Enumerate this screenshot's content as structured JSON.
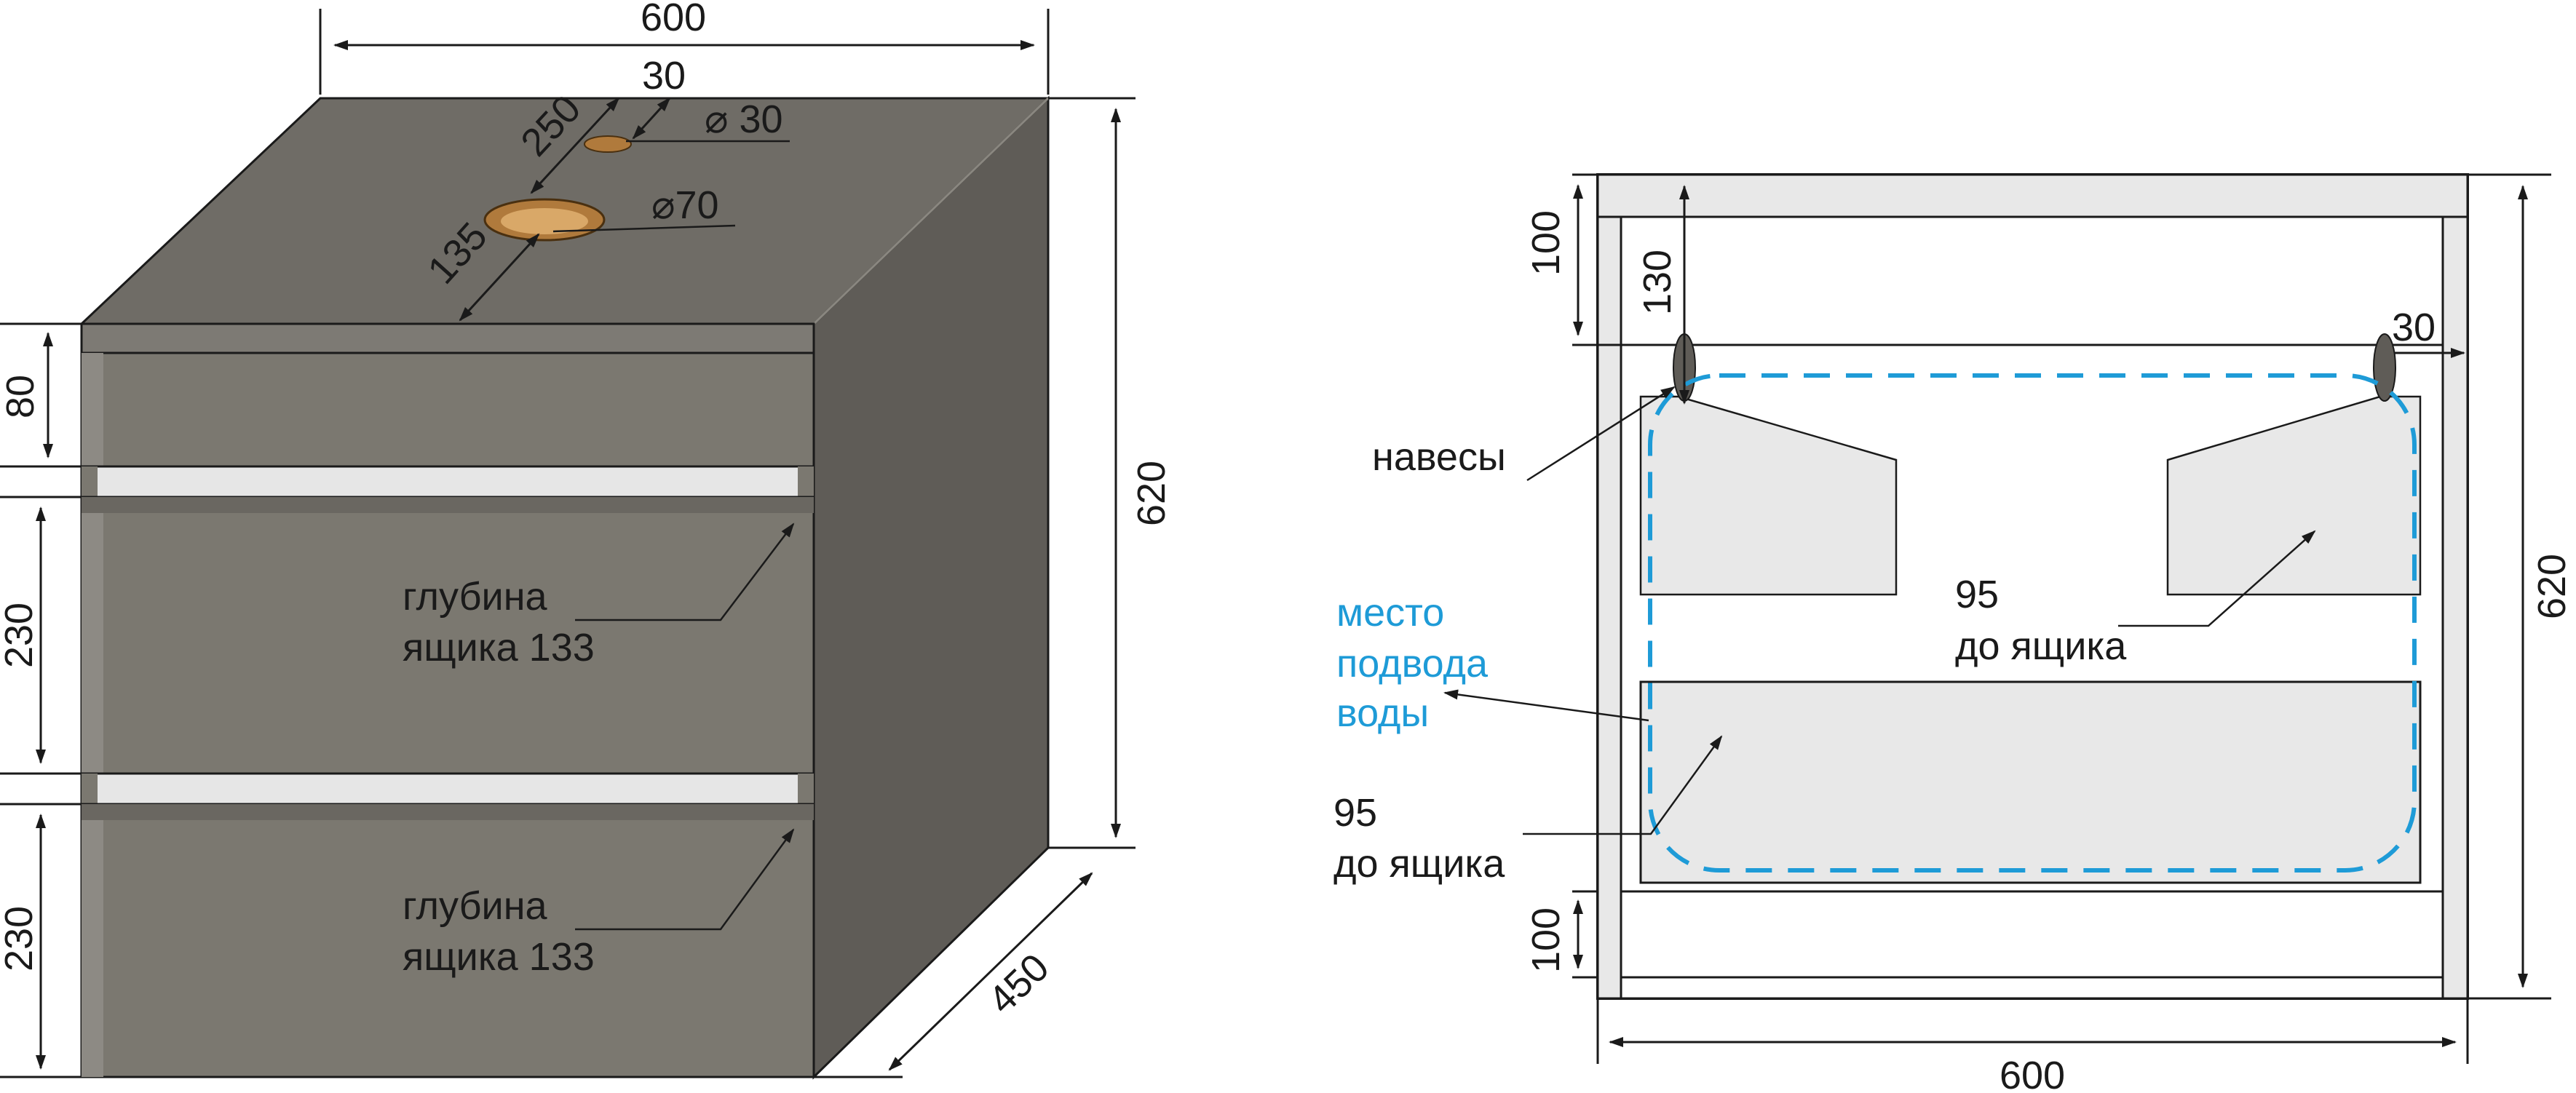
{
  "colors": {
    "cabinet_front": "#7b7870",
    "cabinet_top": "#6f6c66",
    "cabinet_side": "#5f5c57",
    "handle": "#e6e6e6",
    "hole": "#b07a3c",
    "panel_fill": "#e8e8e8",
    "water_zone": "#1e9bd7",
    "line": "#1a1a1a"
  },
  "left_view": {
    "width_dim": "600",
    "height_dim": "620",
    "depth_dim": "450",
    "top_section_dim": "80",
    "drawer1_dim": "230",
    "drawer2_dim": "230",
    "hole_offset_back": "250",
    "hole_offset_side": "30",
    "hole_offset_front": "135",
    "small_hole": "⌀ 30",
    "large_hole": "⌀70",
    "drawer1_note": [
      "глубина",
      "ящика 133"
    ],
    "drawer2_note": [
      "глубина",
      "ящика 133"
    ]
  },
  "right_view": {
    "top_dim": "100",
    "bottom_dim": "100",
    "hanger_dim": "130",
    "hanger_offset": "30",
    "height_dim": "620",
    "width_dim": "600",
    "hangers_label": "навесы",
    "water_label": [
      "место",
      "подвода",
      "воды"
    ],
    "upper_note": [
      "95",
      "до ящика"
    ],
    "lower_note": [
      "95",
      "до ящика"
    ]
  }
}
